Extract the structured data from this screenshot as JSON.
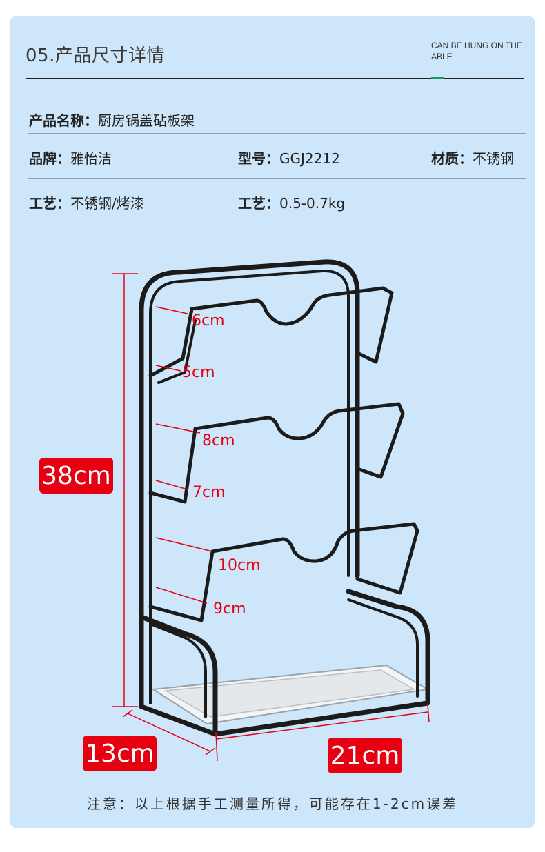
{
  "header": {
    "title": "05.产品尺寸详情",
    "subtitle": "CAN BE HUNG ON THE ABLE"
  },
  "specs": {
    "name_label": "产品名称：",
    "name_value": "厨房锅盖砧板架",
    "brand_label": "品牌：",
    "brand_value": "雅怡洁",
    "model_label": "型号：",
    "model_value": "GGJ2212",
    "material_label": "材质：",
    "material_value": "不锈钢",
    "craft_label": "工艺：",
    "craft_value": "不锈钢/烤漆",
    "weight_label": "工艺：",
    "weight_value": "0.5-0.7kg"
  },
  "dimensions": {
    "height": "38cm",
    "depth": "13cm",
    "width": "21cm",
    "slot1_top": "6cm",
    "slot1_bottom": "5cm",
    "slot2_top": "8cm",
    "slot2_bottom": "7cm",
    "slot3_top": "10cm",
    "slot3_bottom": "9cm"
  },
  "note": "注意：以上根据手工测量所得，可能存在1-2cm误差",
  "colors": {
    "background": "#cde6f9",
    "dimension_red": "#e60012",
    "frame_black": "#1b1b1b"
  }
}
